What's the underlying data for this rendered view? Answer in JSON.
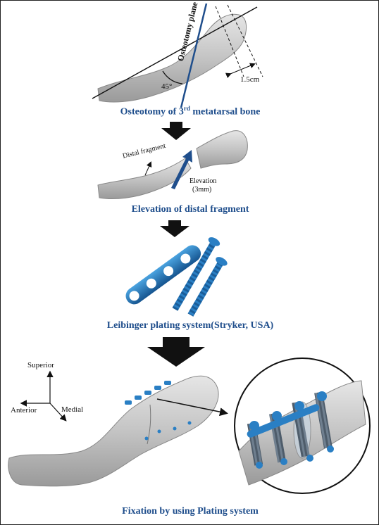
{
  "panels": {
    "step1": {
      "caption_main": "Osteotomy of 3",
      "caption_sup": "rd",
      "caption_rest": "metatarsal bone",
      "angle_label": "45°",
      "plane_label": "Osteotomy plane",
      "distance_label": "1.5cm"
    },
    "step2": {
      "caption": "Elevation of distal fragment",
      "fragment_label": "Distal fragment",
      "elevation_label": "Elevation",
      "elevation_value": "(3mm)"
    },
    "step3": {
      "caption": "Leibinger plating system(Stryker, USA)"
    },
    "step4": {
      "caption": "Fixation by using Plating system",
      "axis_superior": "Superior",
      "axis_anterior": "Anterior",
      "axis_medial": "Medial"
    }
  },
  "colors": {
    "caption": "#1f4e8c",
    "bone": "#c8c8c8",
    "bone_edge": "#7a7a7a",
    "implant": "#1f6fb5",
    "arrow": "#111111"
  }
}
